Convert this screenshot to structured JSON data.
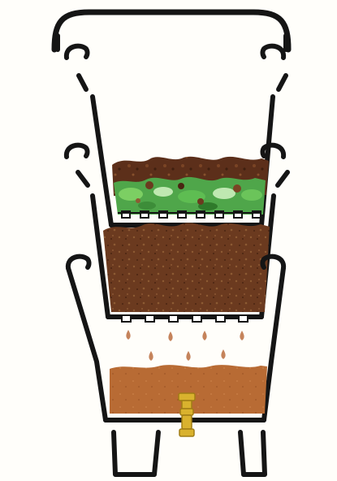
{
  "diagram": {
    "type": "stacked worm compost bin (vermicomposter)",
    "components": [
      "lid",
      "top-tray",
      "middle-tray",
      "bottom-collector",
      "drain-tap",
      "support-legs"
    ],
    "colors": {
      "outline": "#151515",
      "background": "#ffffff",
      "soil_dark": "#6b3a1f",
      "soil_mid": "#5a2e18",
      "soil_flecks": "#8d5b33",
      "leaves": "#4fa64a",
      "leaves_light": "#7ccf63",
      "leaf_liquid": "#bfe8b1",
      "leachate": "#b86b34",
      "drip": "#c5835b",
      "tap_gold": "#d9b22e",
      "tap_gold_dark": "#a07d15"
    },
    "icons": [
      "tray-handle-icon",
      "drain-hole-icon",
      "drip-droplet-icon",
      "spigot-icon"
    ]
  }
}
